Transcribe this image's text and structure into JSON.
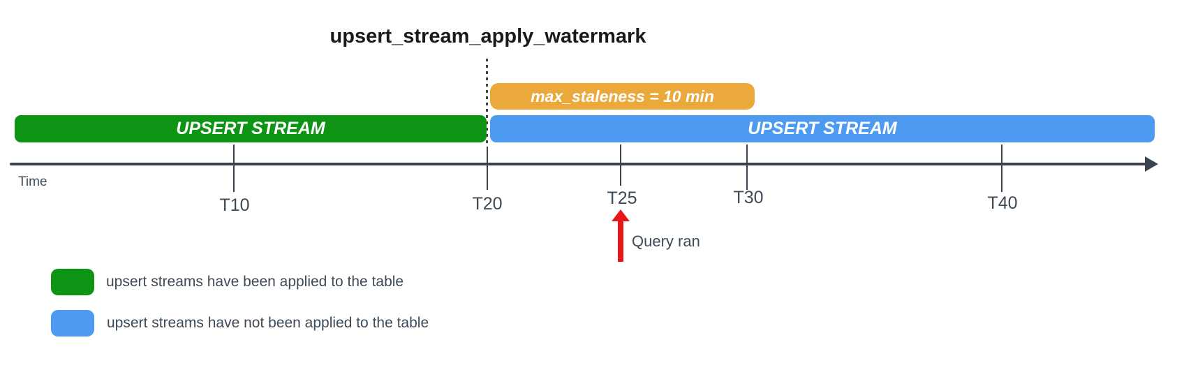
{
  "diagram": {
    "title": "upsert_stream_apply_watermark",
    "bars": {
      "staleness": {
        "label": "max_staleness = 10 min",
        "color": "#EBA93C"
      },
      "applied": {
        "label": "UPSERT STREAM",
        "color": "#0D9415"
      },
      "pending": {
        "label": "UPSERT STREAM",
        "color": "#4D9BF1"
      }
    },
    "timeline": {
      "axis_label": "Time",
      "axis_color": "#3A4450",
      "ticks": [
        {
          "label": "T10"
        },
        {
          "label": "T20"
        },
        {
          "label": "T25"
        },
        {
          "label": "T30"
        },
        {
          "label": "T40"
        }
      ]
    },
    "annotation": {
      "label": "Query ran",
      "arrow_color": "#E81717",
      "at_tick": "T25"
    },
    "legend": {
      "items": [
        {
          "label": "upsert streams have been applied to the table",
          "color": "#0D9415"
        },
        {
          "label": "upsert streams have not been applied to the table",
          "color": "#4D9BF1"
        }
      ]
    }
  }
}
